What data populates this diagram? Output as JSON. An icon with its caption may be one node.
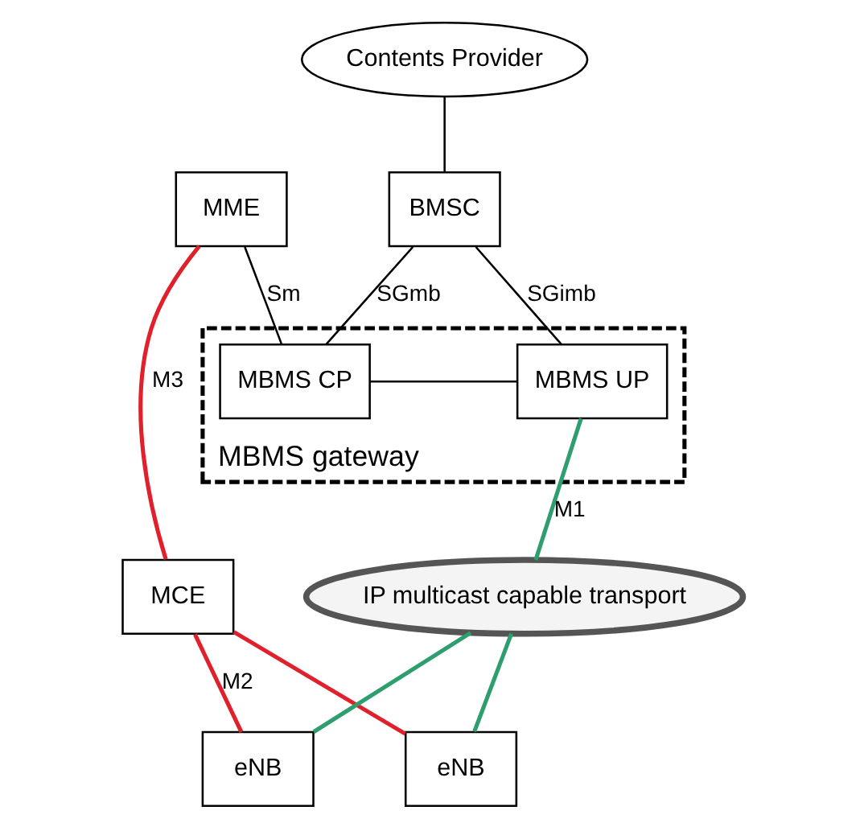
{
  "diagram": {
    "nodes": [
      {
        "text": [
          "Contents Provider"
        ]
      },
      {
        "text": [
          "BMSC"
        ]
      },
      {
        "text": [
          "MBMS gateway"
        ]
      },
      {
        "text": [
          "MBMS CP"
        ],
        "in": 2
      },
      {
        "text": [
          "MBMS UP"
        ],
        "in": 2
      },
      {
        "text": [
          "MME"
        ]
      },
      {
        "text": [
          "MCE"
        ]
      },
      {
        "text": [
          "IP multicast capable transport"
        ]
      },
      {
        "text": [
          "eNB"
        ]
      },
      {
        "text": [
          "eNB"
        ]
      }
    ],
    "edges": [
      {
        "from": 0,
        "to": 1,
        "arrow": "none"
      },
      {
        "from": 1,
        "to": 3,
        "arrow": "none",
        "label": "SGmb"
      },
      {
        "from": 1,
        "to": 4,
        "arrow": "none",
        "label": "SGimb"
      },
      {
        "from": 5,
        "to": 3,
        "arrow": "none",
        "label": "Sm"
      },
      {
        "from": 3,
        "to": 4,
        "arrow": "none"
      },
      {
        "from": 4,
        "to": 7,
        "arrow": "none",
        "color": "#2e9e6e",
        "label": "M1"
      },
      {
        "from": 5,
        "to": 6,
        "arrow": "none",
        "color": "#e0202a",
        "label": "M3"
      },
      {
        "from": 6,
        "to": 8,
        "arrow": "none",
        "color": "#e0202a",
        "label": "M2"
      },
      {
        "from": 6,
        "to": 9,
        "arrow": "none",
        "color": "#e0202a"
      },
      {
        "from": 7,
        "to": 8,
        "arrow": "none",
        "color": "#2e9e6e"
      },
      {
        "from": 7,
        "to": 9,
        "arrow": "none",
        "color": "#2e9e6e"
      }
    ]
  }
}
